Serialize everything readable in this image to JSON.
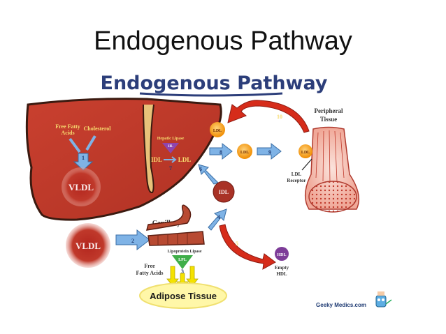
{
  "slide": {
    "title": "Endogenous Pathway"
  },
  "diagram": {
    "banner": "Endogenous Pathway",
    "liver": {
      "free_fatty_acids": [
        "Free Fatty",
        "Acids"
      ],
      "cholesterol": "Cholesterol",
      "hepatic_lipase": "Hepatic Lipase",
      "hl_badge": "HL",
      "idl": "IDL",
      "ldl": "LDL",
      "vldl": "VLDL"
    },
    "peripheral": {
      "label": [
        "Peripheral",
        "Tissue"
      ],
      "ldl_receptor": [
        "LDL",
        "Receptor"
      ]
    },
    "particles": {
      "ldl_top": "LDL",
      "ldl_mid": "LDL",
      "ldl_tissue": "LDL",
      "idl": "IDL",
      "hdl": "HDL",
      "empty_hdl": [
        "Empty",
        "HDL"
      ],
      "vldl_blood": "VLDL"
    },
    "capillary": {
      "label": "Capillary",
      "lipoprotein_lipase": "Lipoprotein Lipase",
      "lpl_badge": "LPL"
    },
    "adipose": {
      "free_fatty_acids": [
        "Free",
        "Fatty Acids"
      ],
      "tissue": "Adipose Tissue"
    },
    "steps": [
      "1",
      "2",
      "3",
      "4",
      "5",
      "6",
      "7",
      "8",
      "9",
      "10"
    ],
    "brand": "Geeky Medics.com",
    "colors": {
      "liver": "#c0392b",
      "liver_dark": "#8e1b12",
      "ldl": "#f39c12",
      "idl": "#a93226",
      "hdl": "#7d3c98",
      "arrow_blue": "#7fb3e6",
      "arrow_red": "#d62c1a",
      "lpl": "#3fae49",
      "fatty_yellow": "#f4e200"
    }
  }
}
